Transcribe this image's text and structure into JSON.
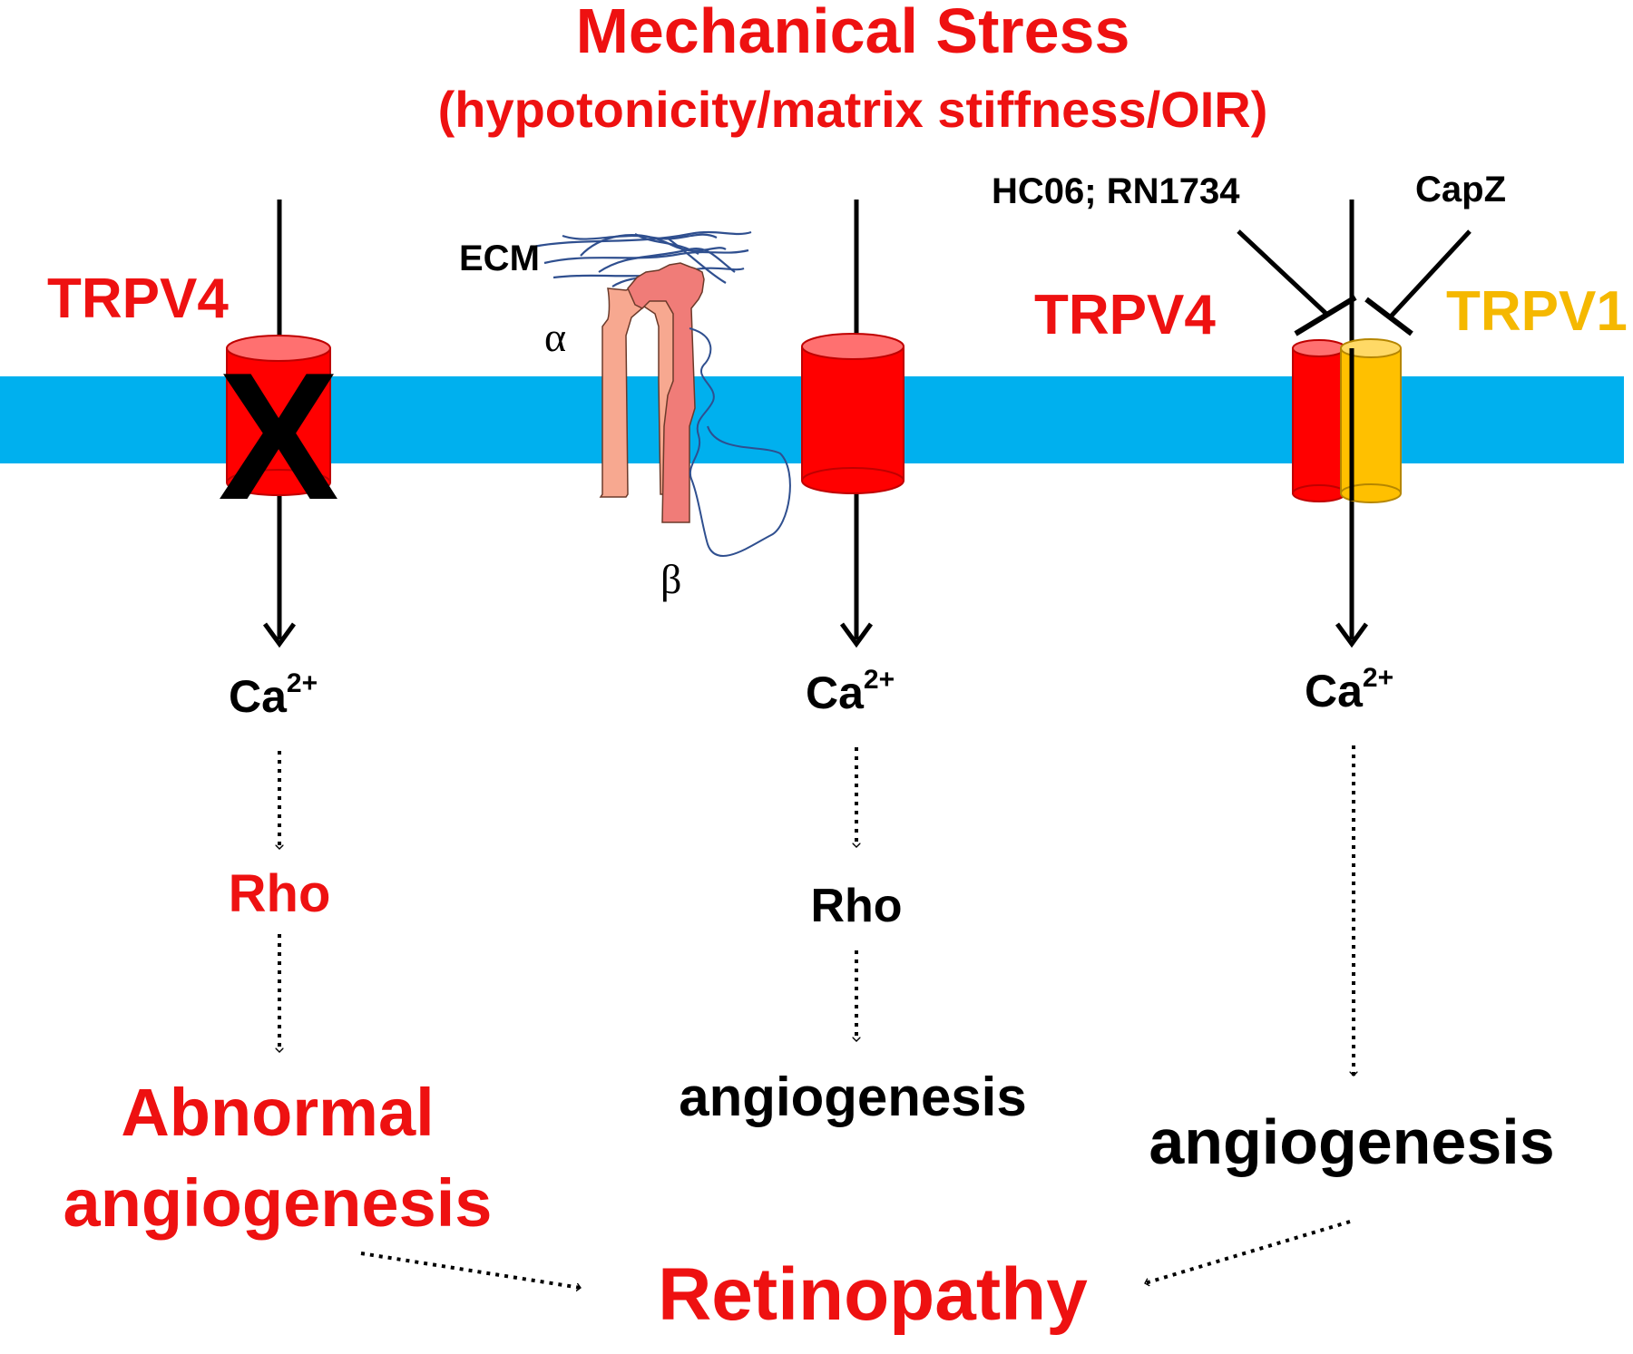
{
  "title": "Mechanical Stress",
  "subtitle": "(hypotonicity/matrix stiffness/OIR)",
  "colors": {
    "red_text": "#ee1111",
    "membrane": "#00b0ee",
    "trpv4_channel": "#ff0000",
    "trpv1_channel": "#ffc000",
    "trpv1_text": "#f5b800",
    "integrin_alpha": "#f7a890",
    "integrin_beta": "#f07c78",
    "ecm_fiber": "#2f4f8f"
  },
  "left_panel": {
    "channel_label": "TRPV4",
    "blocked_mark": "X",
    "calcium": "Ca",
    "calcium_charge": "2+",
    "rho": "Rho",
    "outcome_line1": "Abnormal",
    "outcome_line2": "angiogenesis"
  },
  "middle_panel": {
    "ecm_label": "ECM",
    "alpha_label": "α",
    "beta_label": "β",
    "calcium": "Ca",
    "calcium_charge": "2+",
    "rho": "Rho",
    "outcome": "angiogenesis"
  },
  "right_panel": {
    "inhibitor_left": "HC06; RN1734",
    "inhibitor_right": "CapZ",
    "channel_label_left": "TRPV4",
    "channel_label_right": "TRPV1",
    "calcium": "Ca",
    "calcium_charge": "2+",
    "outcome": "angiogenesis"
  },
  "final_outcome": "Retinopathy"
}
